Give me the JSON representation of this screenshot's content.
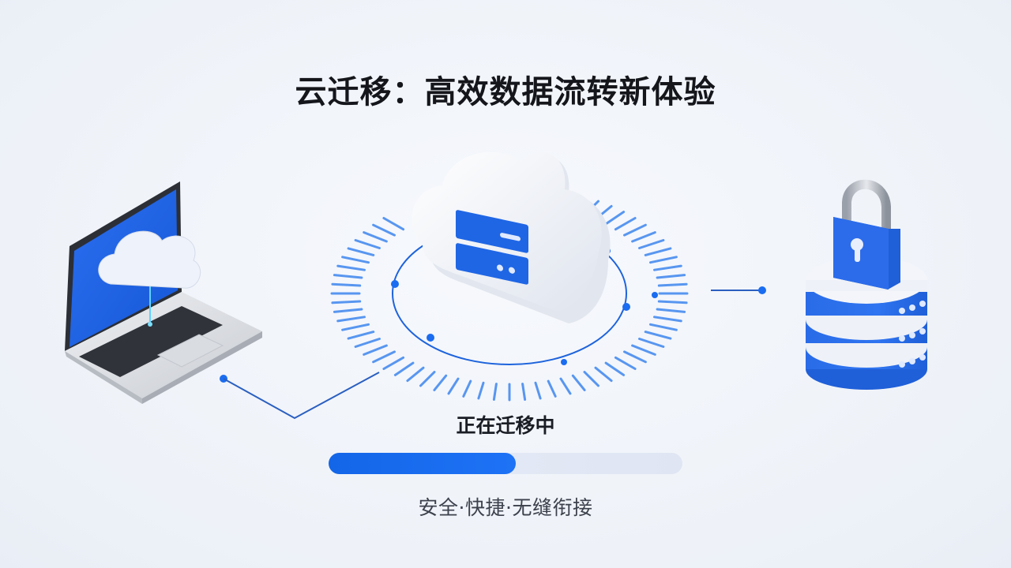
{
  "header": {
    "title": "云迁移：高效数据流转新体验"
  },
  "migration": {
    "status_label": "正在迁移中",
    "progress_percent": 53,
    "tagline": "安全·快捷·无缝衔接"
  },
  "illustration": {
    "source": {
      "icon": "laptop-with-cloud-icon"
    },
    "hub": {
      "icon": "cloud-server-icon"
    },
    "destination": {
      "icon": "locked-database-icon"
    }
  },
  "colors": {
    "accent": "#1a6cf0",
    "progress_track": "#e2e7f4",
    "title_text": "#14161c",
    "tagline_text": "#3c414c"
  }
}
